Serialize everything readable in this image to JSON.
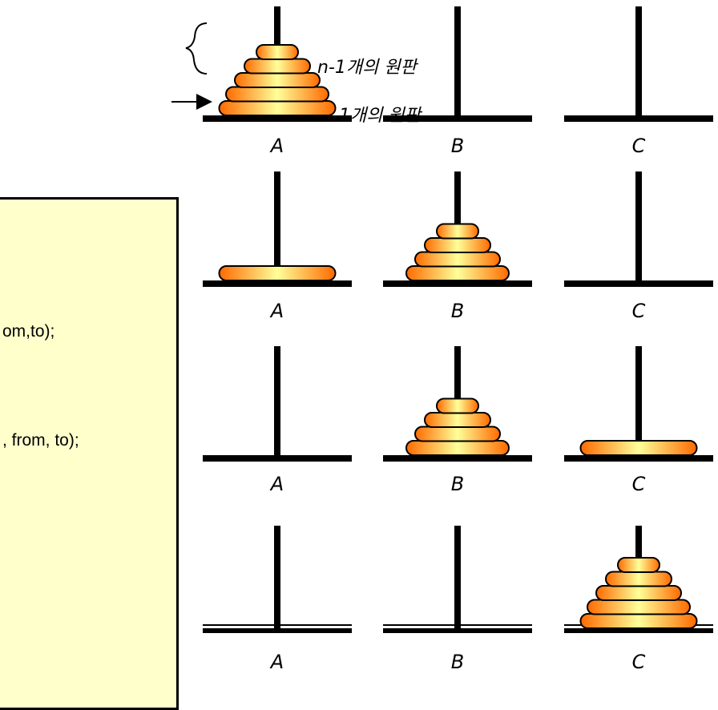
{
  "code_panel": {
    "line1": "om,to);",
    "line2": ", from, to);"
  },
  "annotations": {
    "top_discs": "n-1개의 원판",
    "bottom_disc": "1개의 원판"
  },
  "diagram": {
    "peg_labels": [
      "A",
      "B",
      "C"
    ],
    "stages": [
      {
        "A": 5,
        "B": 0,
        "C": 0
      },
      {
        "A": 1,
        "B": 4,
        "C": 0
      },
      {
        "A": 0,
        "B": 4,
        "C": 1
      },
      {
        "A": 0,
        "B": 0,
        "C": 5
      }
    ]
  },
  "colors": {
    "disc_outer": "#ff6a00",
    "disc_inner": "#ffff99",
    "disc_outline": "#000000",
    "peg": "#000000",
    "code_background": "#ffffcc"
  }
}
